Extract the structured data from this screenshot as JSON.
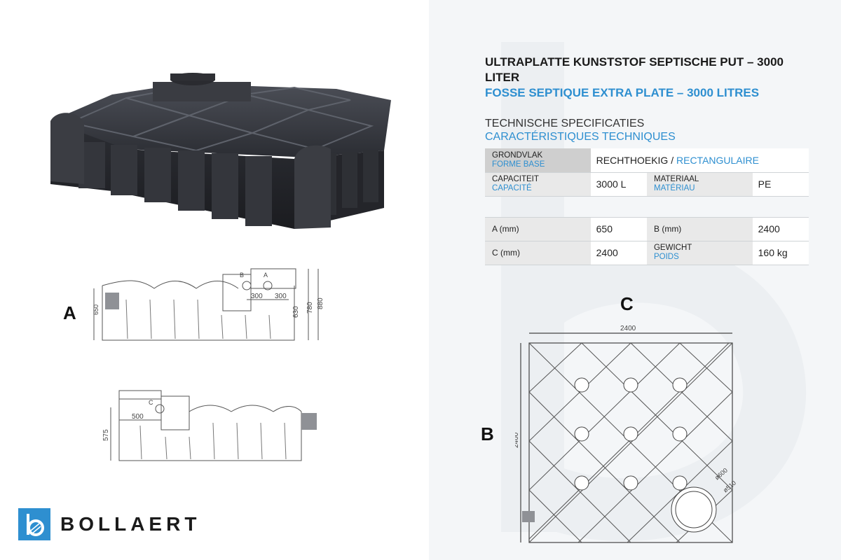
{
  "title": {
    "nl": "ULTRAPLATTE KUNSTSTOF SEPTISCHE PUT – 3000 LITER",
    "fr": "FOSSE SEPTIQUE EXTRA PLATE – 3000 LITRES"
  },
  "specs_heading": {
    "nl": "TECHNISCHE SPECIFICATIES",
    "fr": "CARACTÉRISTIQUES TECHNIQUES"
  },
  "table": {
    "grondvlak": {
      "label_nl": "GRONDVLAK",
      "label_fr": "FORME BASE",
      "value_nl": "RECHTHOEKIG",
      "sep": " / ",
      "value_fr": "RECTANGULAIRE"
    },
    "capaciteit": {
      "label_nl": "CAPACITEIT",
      "label_fr": "CAPACITÉ",
      "value": "3000 L"
    },
    "materiaal": {
      "label_nl": "MATERIAAL",
      "label_fr": "MATÉRIAU",
      "value": "PE"
    },
    "a": {
      "label": "A (mm)",
      "value": "650"
    },
    "b": {
      "label": "B (mm)",
      "value": "2400"
    },
    "c": {
      "label": "C (mm)",
      "value": "2400"
    },
    "gewicht": {
      "label_nl": "GEWICHT",
      "label_fr": "POIDS",
      "value": "160 kg"
    }
  },
  "drawing_letters": {
    "a": "A",
    "b": "B",
    "c": "C"
  },
  "drawing_a": {
    "dim_650": "650",
    "dim_630": "630",
    "dim_780": "780",
    "dim_880": "880",
    "dim_300a": "300",
    "dim_300b": "300",
    "mark_a": "A",
    "mark_b": "B"
  },
  "drawing_b": {
    "dim_575": "575",
    "dim_500": "500",
    "mark_c": "C"
  },
  "drawing_plan": {
    "dim_top": "2400",
    "dim_left": "2400",
    "dim_600": "ø600",
    "dim_510": "ø510"
  },
  "logo": {
    "name": "BOLLAERT",
    "icon": "bollaert-logo-icon"
  },
  "colors": {
    "accent": "#2e8fd0",
    "dark": "#1a1a1a",
    "label_bg": "#e9e9e9"
  }
}
